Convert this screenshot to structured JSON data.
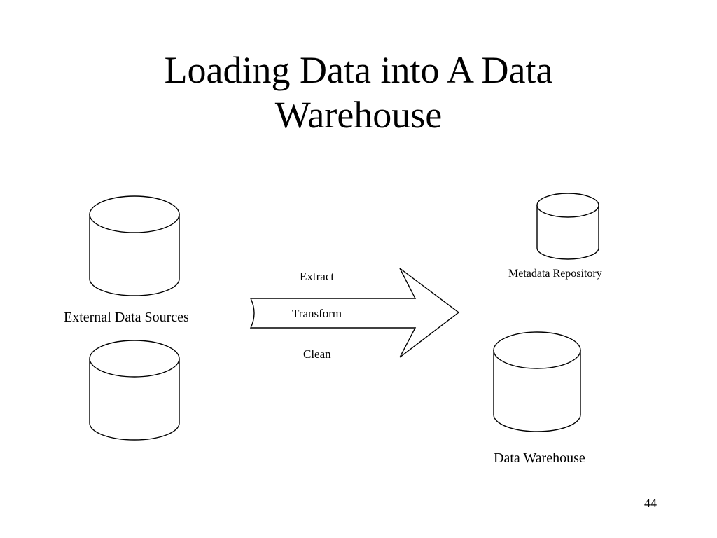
{
  "slide": {
    "title_line1": "Loading Data into A Data",
    "title_line2": "Warehouse",
    "page_number": "44"
  },
  "diagram": {
    "sources_label": "External Data Sources",
    "process_steps": [
      "Extract",
      "Transform",
      "Clean"
    ],
    "metadata_label": "Metadata Repository",
    "warehouse_label": "Data Warehouse"
  }
}
